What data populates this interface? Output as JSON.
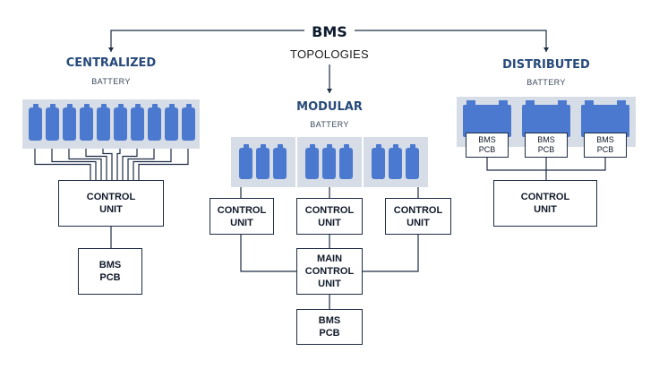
{
  "header": {
    "title": "BMS",
    "subtitle": "TOPOLOGIES"
  },
  "centralized": {
    "heading": "CENTRALIZED",
    "label": "BATTERY",
    "control_unit": "CONTROL\nUNIT",
    "bms_pcb": "BMS\nPCB"
  },
  "modular": {
    "heading": "MODULAR",
    "label": "BATTERY",
    "control_units": [
      "CONTROL\nUNIT",
      "CONTROL\nUNIT",
      "CONTROL\nUNIT"
    ],
    "main_control_unit": "MAIN\nCONTROL\nUNIT",
    "bms_pcb": "BMS\nPCB"
  },
  "distributed": {
    "heading": "DISTRIBUTED",
    "label": "BATTERY",
    "module_pcbs": [
      "BMS\nPCB",
      "BMS\nPCB",
      "BMS\nPCB"
    ],
    "control_unit": "CONTROL\nUNIT"
  },
  "colors": {
    "battery": "#4a79cf",
    "panel": "#d7dde6",
    "heading": "#274a7a",
    "line": "#1e2c44"
  }
}
